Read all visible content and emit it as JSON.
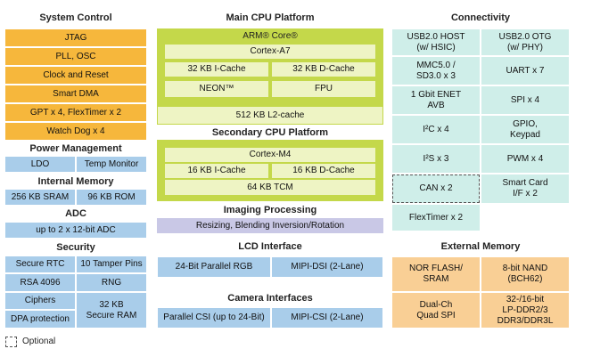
{
  "system_control": {
    "title": "System Control",
    "items": [
      "JTAG",
      "PLL, OSC",
      "Clock and Reset",
      "Smart DMA",
      "GPT x 4, FlexTimer x 2",
      "Watch Dog x 4"
    ]
  },
  "power_management": {
    "title": "Power Management",
    "ldo": "LDO",
    "temp": "Temp Monitor"
  },
  "internal_memory": {
    "title": "Internal Memory",
    "sram": "256 KB SRAM",
    "rom": "96 KB ROM"
  },
  "adc": {
    "title": "ADC",
    "item": "up to 2 x 12-bit ADC"
  },
  "security": {
    "title": "Security",
    "secure_rtc": "Secure RTC",
    "tamper": "10 Tamper Pins",
    "rsa": "RSA 4096",
    "rng": "RNG",
    "ciphers": "Ciphers",
    "dpa": "DPA protection",
    "secure_ram": "32 KB\nSecure RAM"
  },
  "legend": {
    "optional": "Optional"
  },
  "main_cpu": {
    "title": "Main CPU Platform",
    "core": "ARM® Core®",
    "cortex": "Cortex-A7",
    "icache": "32 KB I-Cache",
    "dcache": "32 KB D-Cache",
    "neon": "NEON™",
    "fpu": "FPU",
    "l2": "512 KB L2-cache"
  },
  "secondary_cpu": {
    "title": "Secondary CPU Platform",
    "cortex": "Cortex-M4",
    "icache": "16 KB I-Cache",
    "dcache": "16 KB D-Cache",
    "tcm": "64 KB TCM"
  },
  "imaging": {
    "title": "Imaging Processing",
    "item": "Resizing, Blending Inversion/Rotation"
  },
  "lcd": {
    "title": "LCD Interface",
    "parallel": "24-Bit Parallel RGB",
    "mipi": "MIPI-DSI (2-Lane)"
  },
  "camera": {
    "title": "Camera Interfaces",
    "parallel": "Parallel CSI (up to 24-Bit)",
    "mipi": "MIPI-CSI (2-Lane)"
  },
  "connectivity": {
    "title": "Connectivity",
    "left": [
      "USB2.0 HOST\n(w/ HSIC)",
      "MMC5.0 /\nSD3.0 x 3",
      "1 Gbit ENET\nAVB",
      "I²C x 4",
      "I²S x 3",
      "CAN x 2",
      "FlexTimer x 2"
    ],
    "right": [
      "USB2.0 OTG\n(w/ PHY)",
      "UART x 7",
      "SPI x 4",
      "GPIO,\nKeypad",
      "PWM x 4",
      "Smart Card\nI/F x 2"
    ]
  },
  "external_memory": {
    "title": "External Memory",
    "nor": "NOR FLASH/\nSRAM",
    "nand": "8-bit NAND\n(BCH62)",
    "qspi": "Dual-Ch\nQuad SPI",
    "ddr": "32-/16-bit\nLP-DDR2/3\nDDR3/DDR3L"
  },
  "colors": {
    "orange": "#f6b73c",
    "blue": "#a9cdea",
    "green": "#c4d84a",
    "teal": "#cfeee9",
    "peach": "#f9cf95",
    "purple": "#c9c8e6"
  }
}
